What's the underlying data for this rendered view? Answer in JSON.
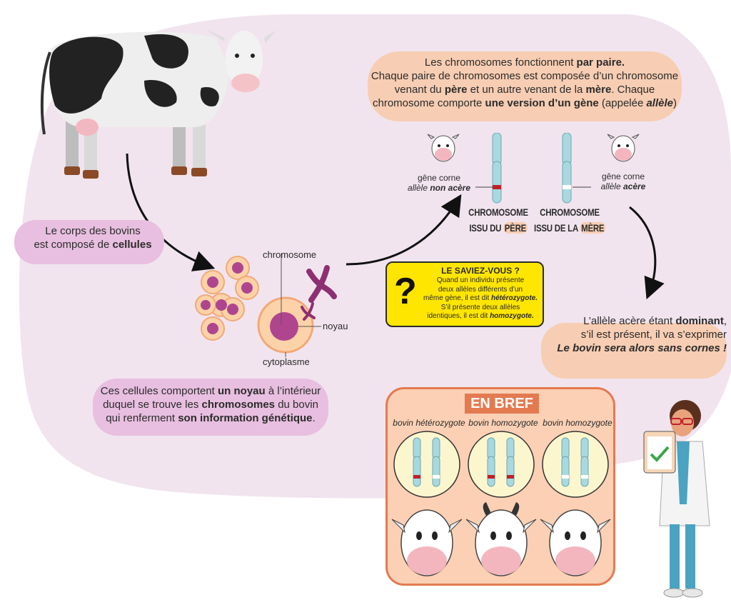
{
  "intro": {
    "line1": "Le corps des bovins",
    "line2_prefix": "est composé de ",
    "line2_bold": "cellules"
  },
  "cell_labels": {
    "chromosome": "chromosome",
    "noyau": "noyau",
    "cytoplasme": "cytoplasme"
  },
  "cells_text": {
    "l1_prefix": "Ces cellules comportent ",
    "l1_bold": "un noyau",
    "l1_suffix": " à l’intérieur",
    "l2_prefix": "duquel se trouve les ",
    "l2_bold": "chromosomes",
    "l2_suffix": " du bovin",
    "l3_prefix": "qui renferment ",
    "l3_bold": "son information génétique",
    "l3_suffix": "."
  },
  "pairs_text": {
    "l1_prefix": "Les chromosomes fonctionnent ",
    "l1_bold": "par paire.",
    "l2": "Chaque paire de chromosomes est composée d’un chromosome",
    "l3_prefix": "venant du ",
    "l3_bold1": "père",
    "l3_mid": " et un autre venant de la ",
    "l3_bold2": "mère",
    "l3_suffix": ". Chaque",
    "l4_prefix": "chromosome comporte ",
    "l4_bold": "une version d’un gène",
    "l4_mid": " (appelée ",
    "l4_bi": "allèle",
    "l4_suffix": ")"
  },
  "father": {
    "gene": "gêne corne",
    "allele_prefix": "allèle ",
    "allele_bold": "non acère",
    "title1": "CHROMOSOME",
    "title2_prefix": "ISSU DU ",
    "title2_hl": "PÈRE"
  },
  "mother": {
    "gene": "gêne corne",
    "allele_prefix": "allèle ",
    "allele_bold": "acère",
    "title1": "CHROMOSOME",
    "title2_prefix": "ISSU DE LA ",
    "title2_hl": "MÈRE"
  },
  "saviez": {
    "title": "LE SAVIEZ-VOUS ?",
    "mark": "?",
    "l1": "Quand un individu présente",
    "l2": "deux allèles différents d’un",
    "l3_prefix": "même gène, il est dit ",
    "l3_bold": "hétérozygote.",
    "l4": "S’il présente deux allèles",
    "l5_prefix": "identiques, il est dit ",
    "l5_bold": "homozygote."
  },
  "dominant_text": {
    "l1_prefix": "L’allèle acère étant ",
    "l1_bold": "dominant",
    "l1_suffix": ",",
    "l2": "s’il est présent, il va s’exprimer",
    "l3": "Le bovin sera alors sans cornes !"
  },
  "bref": {
    "title": "EN BREF",
    "cases": [
      "bovin hétérozygote",
      "bovin homozygote",
      "bovin homozygote"
    ]
  },
  "colors": {
    "background_blob": "#f1e4ee",
    "peach_highlight": "#f7cdb3",
    "pink_highlight": "#e8bfe0",
    "chromosome": "#a9d9e0",
    "allele_non_acere": "#c0202a",
    "allele_acere": "#ffffff",
    "saviez_bg": "#ffe600",
    "bref_border": "#e47a50",
    "cell_purple": "#9e3f8a"
  }
}
